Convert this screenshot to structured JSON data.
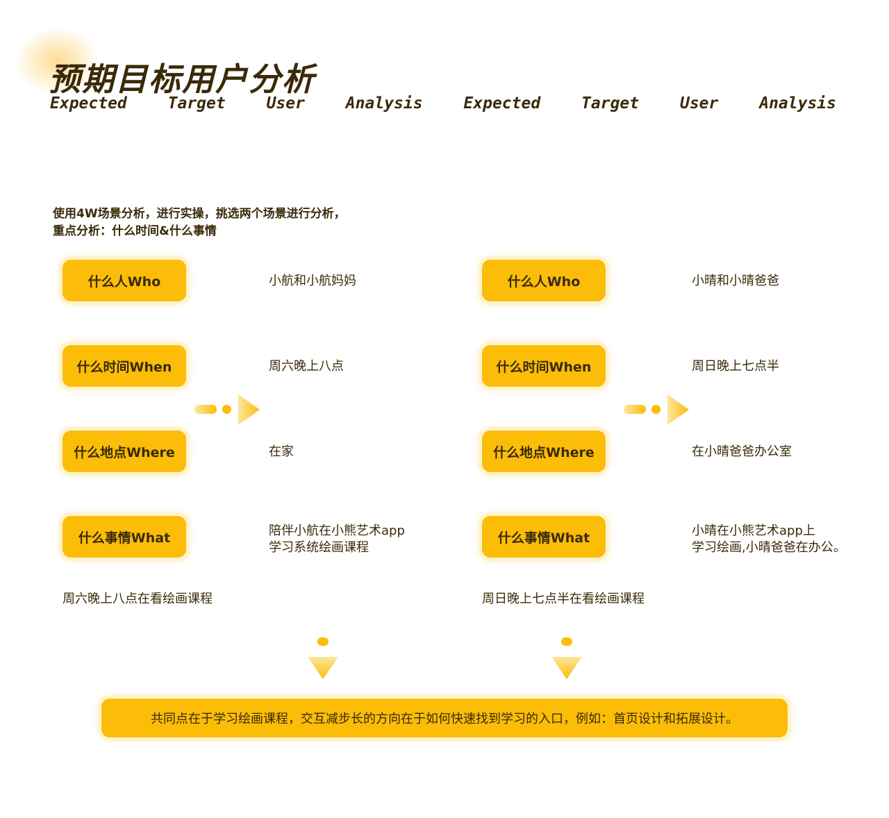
{
  "header": {
    "title": "预期目标用户分析",
    "subtitle_words": [
      "Expected",
      "Target",
      "User",
      "Analysis",
      "Expected",
      "Target",
      "User",
      "Analysis"
    ]
  },
  "intro": {
    "line1": "使用4W场景分析，进行实操，挑选两个场景进行分析，",
    "line2": "重点分析：什么时间&什么事情"
  },
  "scenarios": [
    {
      "who_label": "什么人Who",
      "who_value": "小航和小航妈妈",
      "when_label": "什么时间When",
      "when_value": "周六晚上八点",
      "where_label": "什么地点Where",
      "where_value": "在家",
      "what_label": "什么事情What",
      "what_value_1": "陪伴小航在小熊艺术app",
      "what_value_2": "学习系统绘画课程",
      "summary": "周六晚上八点在看绘画课程"
    },
    {
      "who_label": "什么人Who",
      "who_value": "小晴和小晴爸爸",
      "when_label": "什么时间When",
      "when_value": "周日晚上七点半",
      "where_label": "什么地点Where",
      "where_value": "在小晴爸爸办公室",
      "what_label": "什么事情What",
      "what_value_1": "小晴在小熊艺术app上",
      "what_value_2": "学习绘画,小晴爸爸在办公。",
      "summary": "周日晚上七点半在看绘画课程"
    }
  ],
  "conclusion": "共同点在于学习绘画课程，交互减步长的方向在于如何快速找到学习的入口，例如：首页设计和拓展设计。",
  "colors": {
    "accent": "#fbbd08",
    "text": "#3a2a08",
    "halo": "#fff3cf"
  }
}
